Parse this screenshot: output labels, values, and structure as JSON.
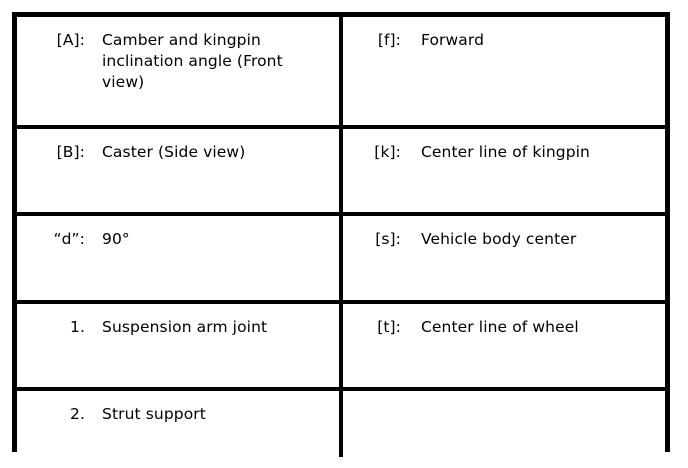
{
  "legend": {
    "rows": [
      {
        "left": {
          "tag": "[A]:",
          "desc": "Camber and kingpin inclination angle (Front view)"
        },
        "right": {
          "tag": "[f]:",
          "desc": "Forward"
        }
      },
      {
        "left": {
          "tag": "[B]:",
          "desc": "Caster (Side view)"
        },
        "right": {
          "tag": "[k]:",
          "desc": "Center line of kingpin"
        }
      },
      {
        "left": {
          "tag": "“d”:",
          "desc": "90°"
        },
        "right": {
          "tag": "[s]:",
          "desc": "Vehicle body center"
        }
      },
      {
        "left": {
          "tag": "1.",
          "desc": "Suspension arm joint"
        },
        "right": {
          "tag": "[t]:",
          "desc": "Center line of wheel"
        }
      },
      {
        "left": {
          "tag": "2.",
          "desc": "Strut support"
        },
        "right": {
          "tag": "",
          "desc": ""
        }
      }
    ]
  },
  "colors": {
    "border": "#000000",
    "background": "#ffffff",
    "text": "#000000"
  }
}
